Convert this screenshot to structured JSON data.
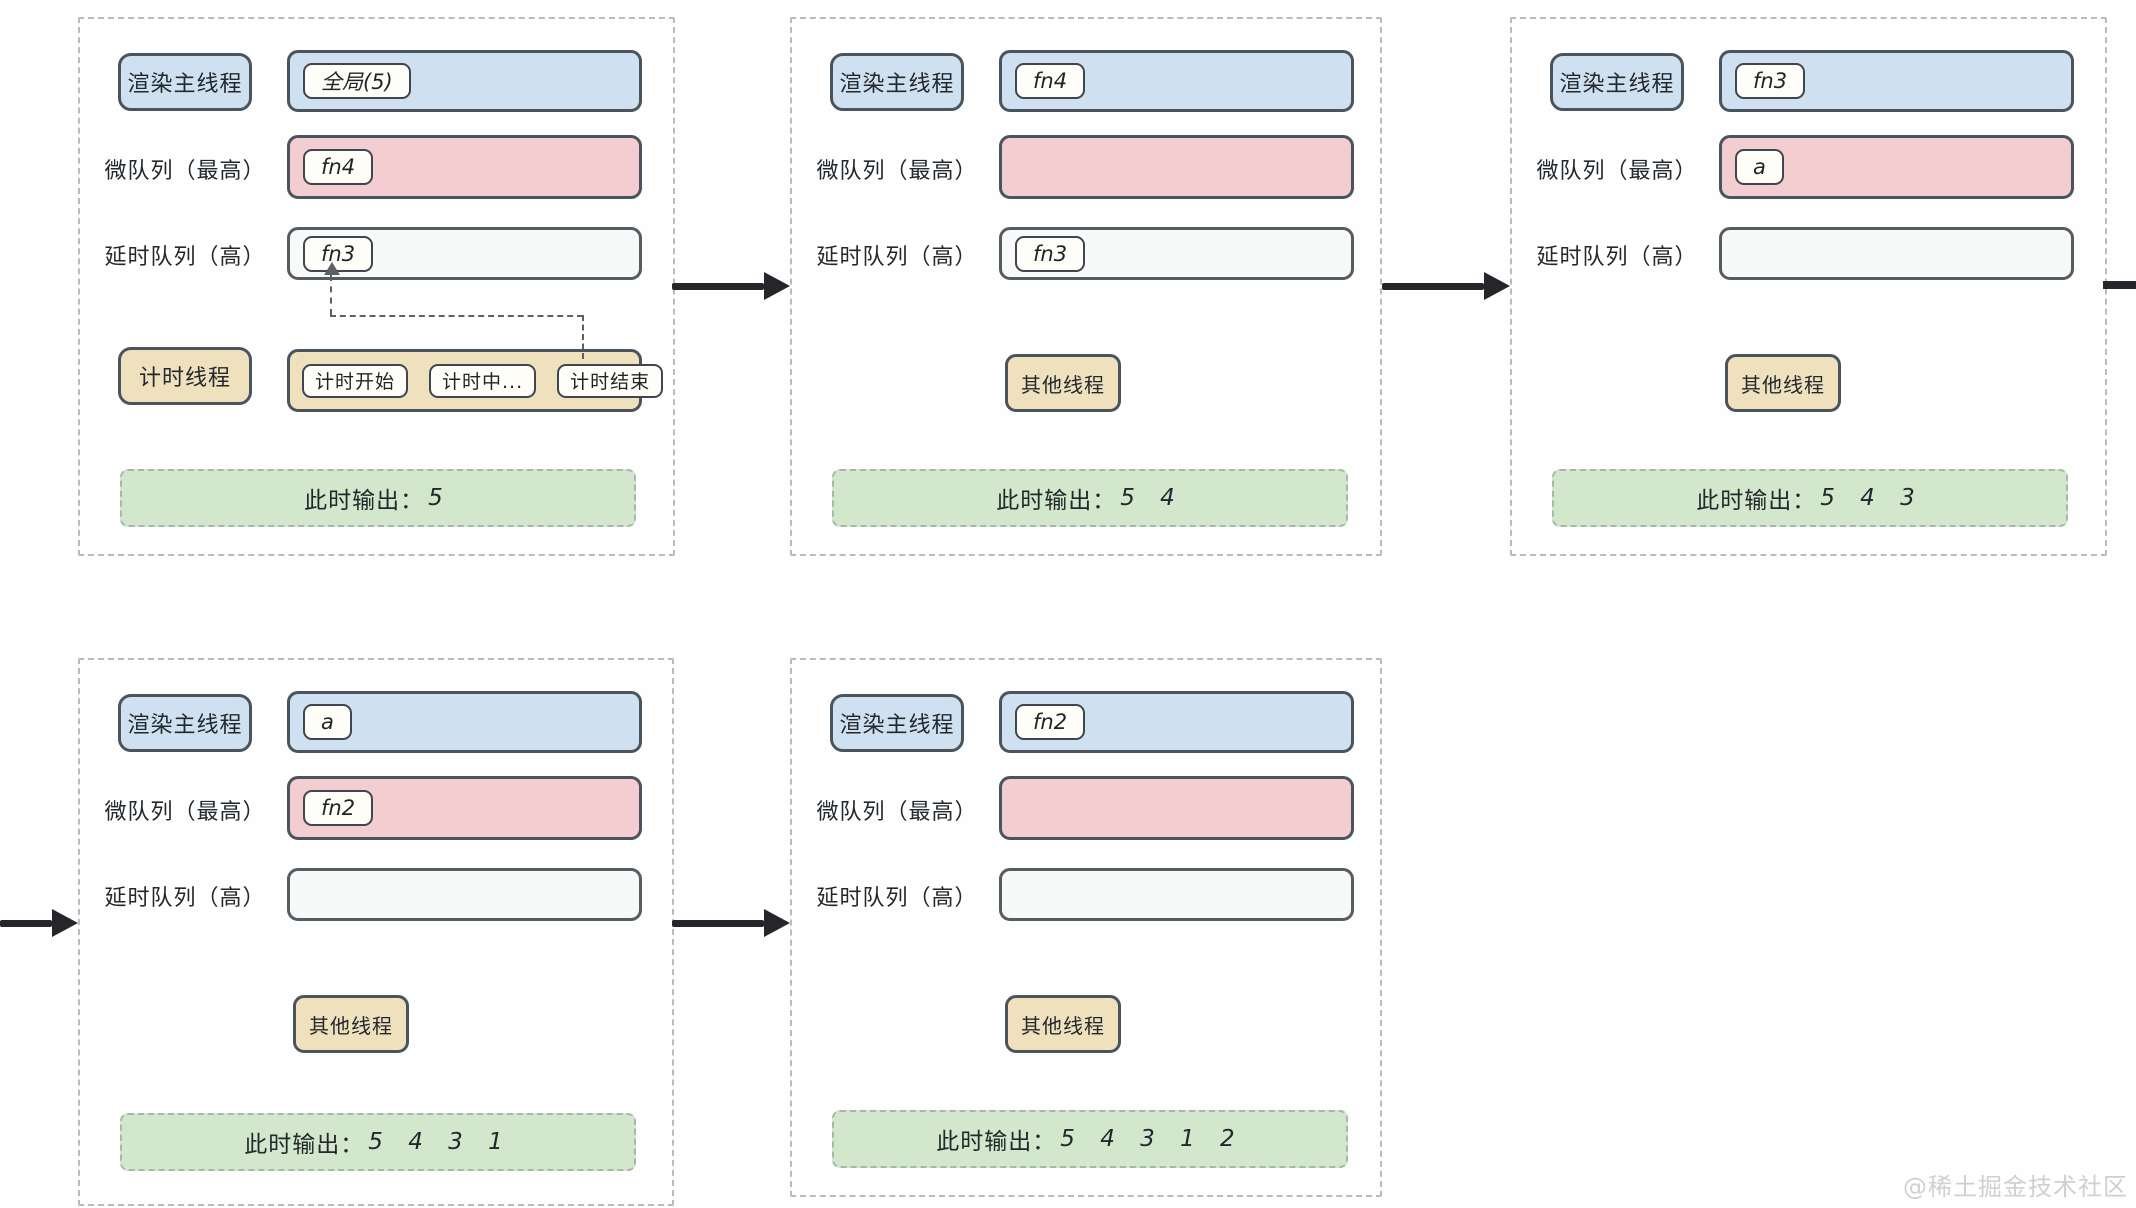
{
  "rows": {
    "main": "渲染主线程",
    "micro": "微队列（最高）",
    "delay": "延时队列（高）"
  },
  "panels": [
    {
      "thread_label": "计时线程",
      "main_chip": "全局(5)",
      "micro_chip": "fn4",
      "delay_chip": "fn3",
      "timer_chips": [
        "计时开始",
        "计时中...",
        "计时结束"
      ],
      "output_label": "此时输出：",
      "output_values": "5"
    },
    {
      "thread_label": "其他线程",
      "main_chip": "fn4",
      "delay_chip": "fn3",
      "output_label": "此时输出：",
      "output_values": "5 4"
    },
    {
      "thread_label": "其他线程",
      "main_chip": "fn3",
      "micro_chip": "a",
      "output_label": "此时输出：",
      "output_values": "5 4 3"
    },
    {
      "thread_label": "其他线程",
      "main_chip": "a",
      "micro_chip": "fn2",
      "output_label": "此时输出：",
      "output_values": "5 4 3 1"
    },
    {
      "thread_label": "其他线程",
      "main_chip": "fn2",
      "output_label": "此时输出：",
      "output_values": "5 4 3 1 2"
    }
  ],
  "colors": {
    "main_bar": "#cfe1f0",
    "micro_bar": "#f3cdd0",
    "delay_bar": "#f8f9f9",
    "thread_bar": "#efe1bd",
    "output_bar": "#d3e7cd",
    "stroke": "#4a545d",
    "arrow": "#24262a"
  },
  "watermark": "@稀土掘金技术社区"
}
